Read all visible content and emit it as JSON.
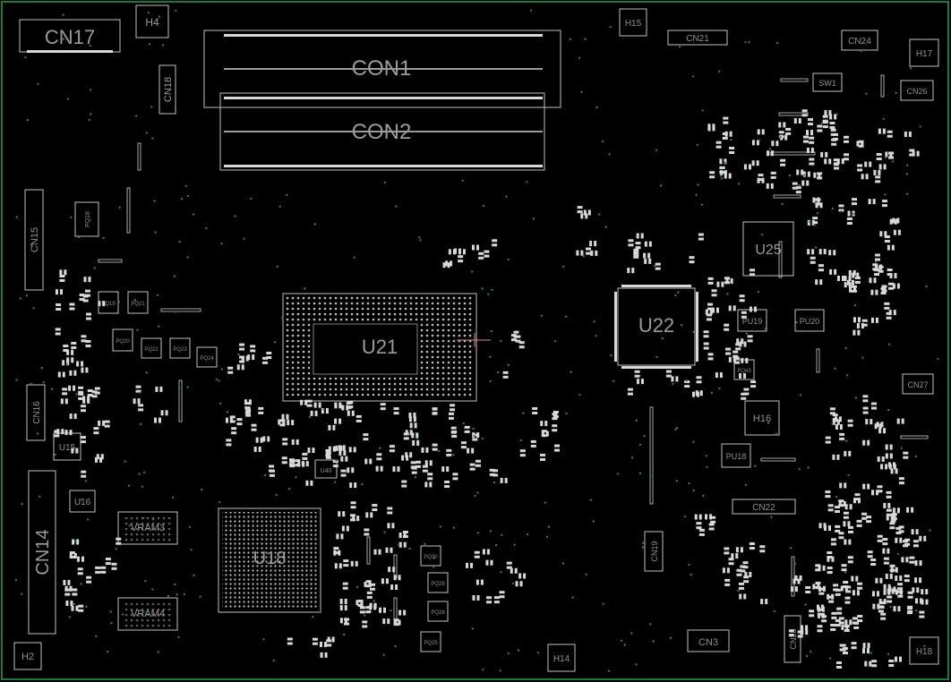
{
  "colors": {
    "background": "#000000",
    "board_edge": "#1a7a3a",
    "silkscreen": "#c0c0c0",
    "label": "#9a9a9a",
    "via": "#1d7f79",
    "pad": "#d8d8d8",
    "marker": "#d88a8a"
  },
  "labels": {
    "cn17": "CN17",
    "h4_top": "H4",
    "cn18": "CN18",
    "con1": "CON1",
    "con2": "CON2",
    "h15": "H15",
    "cn21": "CN21",
    "cn24": "CN24",
    "h17": "H17",
    "sw1": "SW1",
    "cn26": "CN26",
    "cn15": "CN15",
    "pq18": "PQ18",
    "u25": "U25",
    "u22": "U22",
    "u21": "U21",
    "pu19": "PU19",
    "pu20": "PU20",
    "pq43": "PQ43",
    "cn27": "CN27",
    "h16": "H16",
    "cn16": "CN16",
    "u15": "U15",
    "pu18": "PU18",
    "u16": "U16",
    "cn14": "CN14",
    "vram3": "VRAM3",
    "u18": "U18",
    "cn22": "CN22",
    "cn19": "CN19",
    "vram4": "VRAM4",
    "cn3": "CN3",
    "cn28": "CN28",
    "h2": "H2",
    "h14": "H14",
    "h18": "H18",
    "pq19": "PQ19",
    "pq21": "PQ21",
    "pq20": "PQ20",
    "pq22": "PQ22",
    "pq23": "PQ23",
    "pq24": "PQ24",
    "pq30": "PQ30",
    "pq28": "PQ28",
    "pq29": "PQ29",
    "pq25": "PQ25",
    "u40": "U40"
  }
}
